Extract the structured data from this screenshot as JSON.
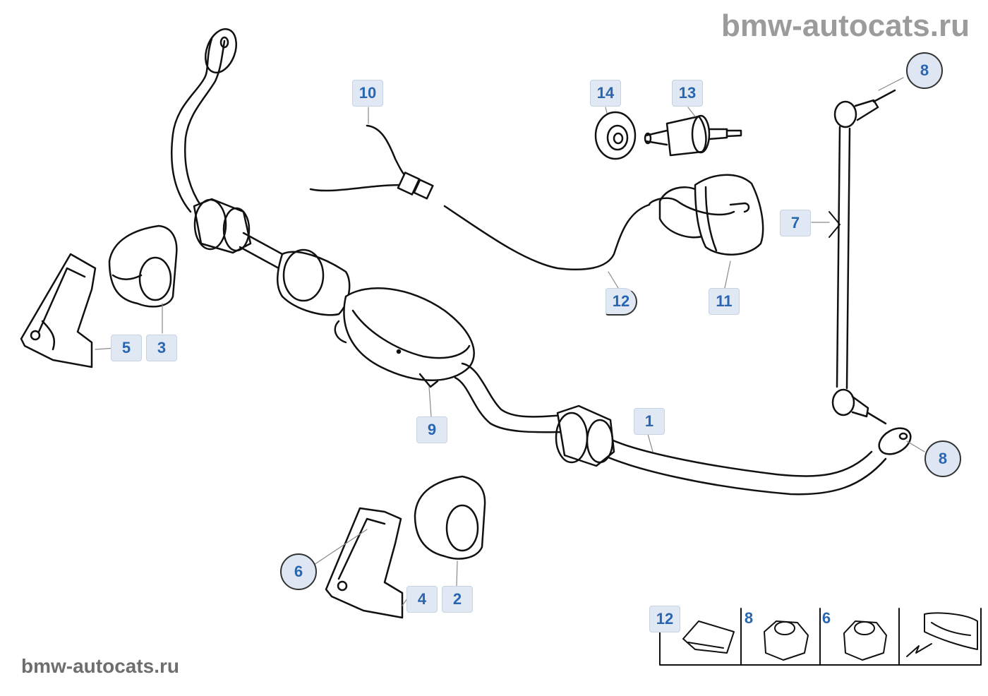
{
  "watermark": {
    "top": "bmw-autocats.ru",
    "bottom": "bmw-autocats.ru"
  },
  "callouts": {
    "c1": "1",
    "c2": "2",
    "c3": "3",
    "c4": "4",
    "c5": "5",
    "c6": "6",
    "c7": "7",
    "c8a": "8",
    "c8b": "8",
    "c9": "9",
    "c10": "10",
    "c11": "11",
    "c12": "12",
    "c13": "13",
    "c14": "14",
    "inset12": "12",
    "inset8": "8",
    "inset6": "6"
  },
  "colors": {
    "callout_text": "#2a66b0",
    "callout_bg": "#dfe8f3",
    "line": "#111111"
  }
}
